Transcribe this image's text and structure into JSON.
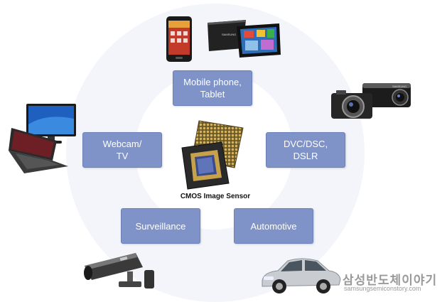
{
  "center": {
    "label": "CMOS Image Sensor"
  },
  "applications": {
    "mobile": "Mobile phone,\nTablet",
    "dvc": "DVC/DSC,\nDSLR",
    "webcam": "Webcam/\nTV",
    "surveillance": "Surveillance",
    "automotive": "Automotive"
  },
  "watermark": {
    "korean": "삼성반도체이야기",
    "url": "samsungsemiconstory.com"
  },
  "tablet": {
    "brand": "SAMSUNG"
  },
  "camera": {
    "brand": "SAMSUNG"
  },
  "colors": {
    "box_fill": "#7f93c8",
    "outer_ring": "#f3f5fa"
  },
  "icons": [
    "smartphone-icon",
    "tablet-icon",
    "camera-icon",
    "monitor-icon",
    "laptop-icon",
    "chip-icon",
    "cctv-icon",
    "car-icon"
  ]
}
